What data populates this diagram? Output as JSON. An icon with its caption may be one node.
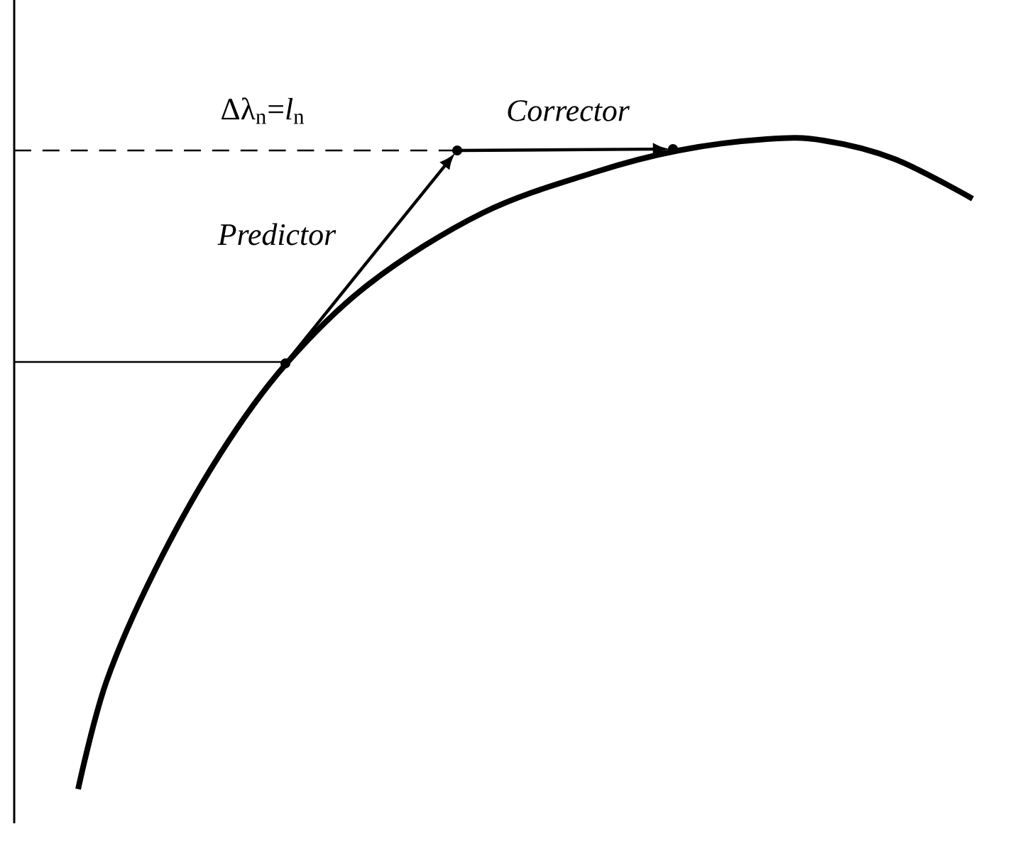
{
  "diagram": {
    "nodes": [
      {
        "text": [],
        "shape": "point"
      },
      {
        "text": [],
        "shape": "point"
      },
      {
        "text": [],
        "shape": "point"
      }
    ],
    "edges": [
      {
        "from": 0,
        "to": 1,
        "arrow": "to",
        "label": "*Predictor*"
      },
      {
        "from": 1,
        "to": 2,
        "arrow": "to",
        "label": "*Corrector*"
      }
    ],
    "labels": [
      "Δλ$_{n}$=*l*$_{n}$"
    ]
  }
}
